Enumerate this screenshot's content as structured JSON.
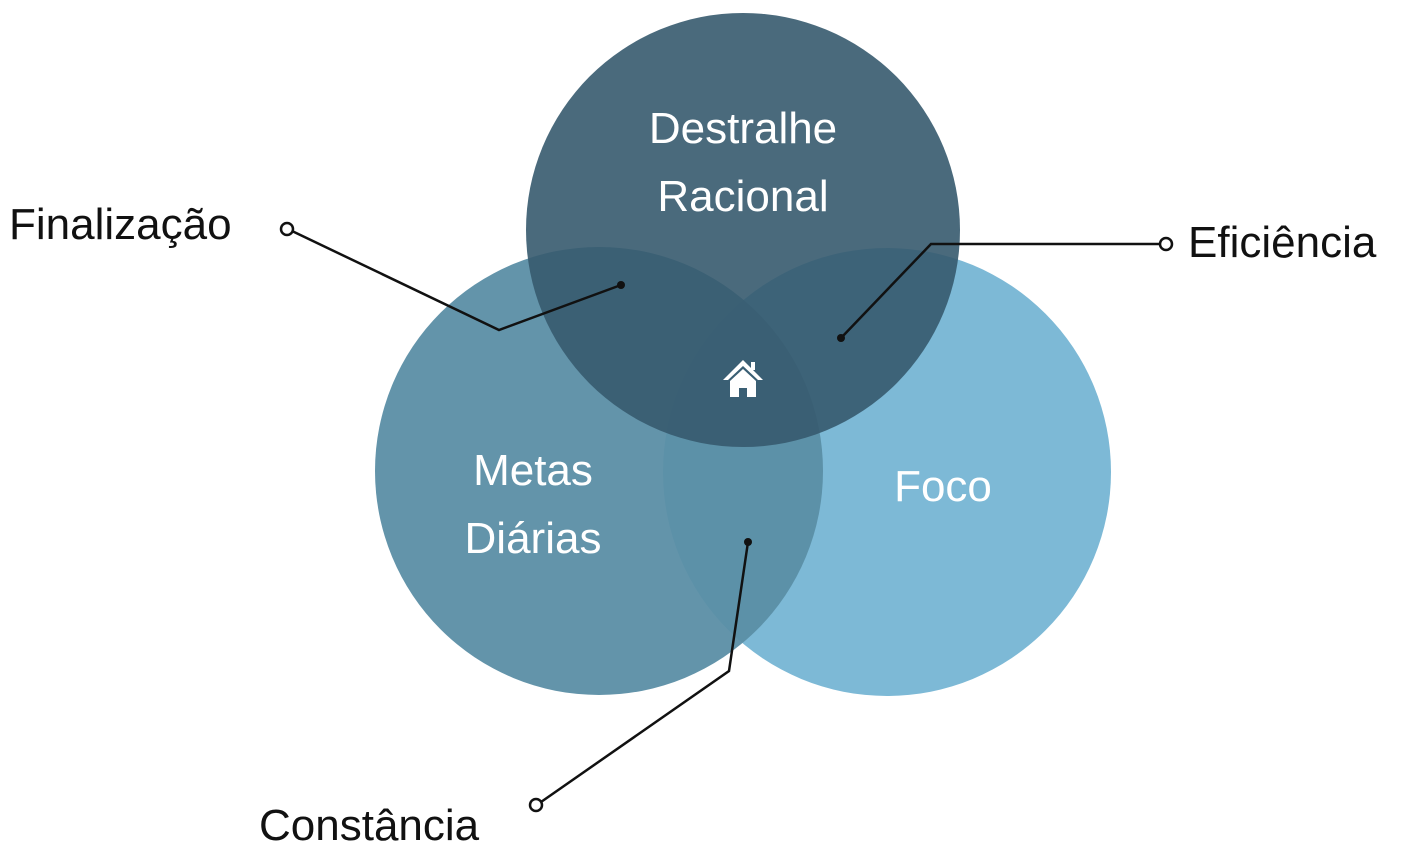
{
  "circles": {
    "top": {
      "lines": [
        "Destralhe",
        "Racional"
      ],
      "color": "#46697b"
    },
    "left": {
      "lines": [
        "Metas",
        "Diárias"
      ],
      "color": "#6093a8"
    },
    "right": {
      "lines": [
        "Foco"
      ],
      "color": "#7db9d6"
    }
  },
  "center_icon": "home-icon",
  "callouts": {
    "finalizacao": "Finalização",
    "eficiencia": "Eficiência",
    "constancia": "Constância"
  }
}
